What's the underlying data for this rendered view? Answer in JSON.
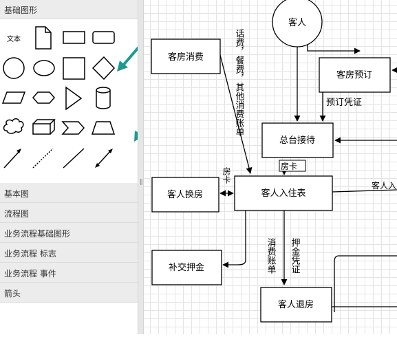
{
  "sidebar": {
    "header": "基础图形",
    "shape_text_label": "文本",
    "categories": [
      "基本图",
      "流程图",
      "业务流程基础图形",
      "业务流程 标志",
      "业务流程 事件",
      "箭头"
    ]
  },
  "diagram": {
    "nodes": {
      "guest": "客人",
      "room_consumption": "客房消费",
      "room_booking": "客房预订",
      "front_desk": "总台接待",
      "checkin_form": "客人入住表",
      "change_room": "客人换房",
      "extra_deposit": "补交押金",
      "checkout": "客人退房"
    },
    "labels": {
      "phone_meal_bill": "话费，餐费，其他消费账单",
      "booking_voucher": "预订凭证",
      "room_card_a": "房卡",
      "room_card_b": "房卡",
      "guest_partial": "客人入",
      "consumption_bill": "消费账单",
      "deposit_voucher": "押金凭证"
    }
  },
  "colors": {
    "arrow_accent": "#1b9b8f",
    "stroke": "#000000",
    "sidebar_bg": "#ececec"
  }
}
